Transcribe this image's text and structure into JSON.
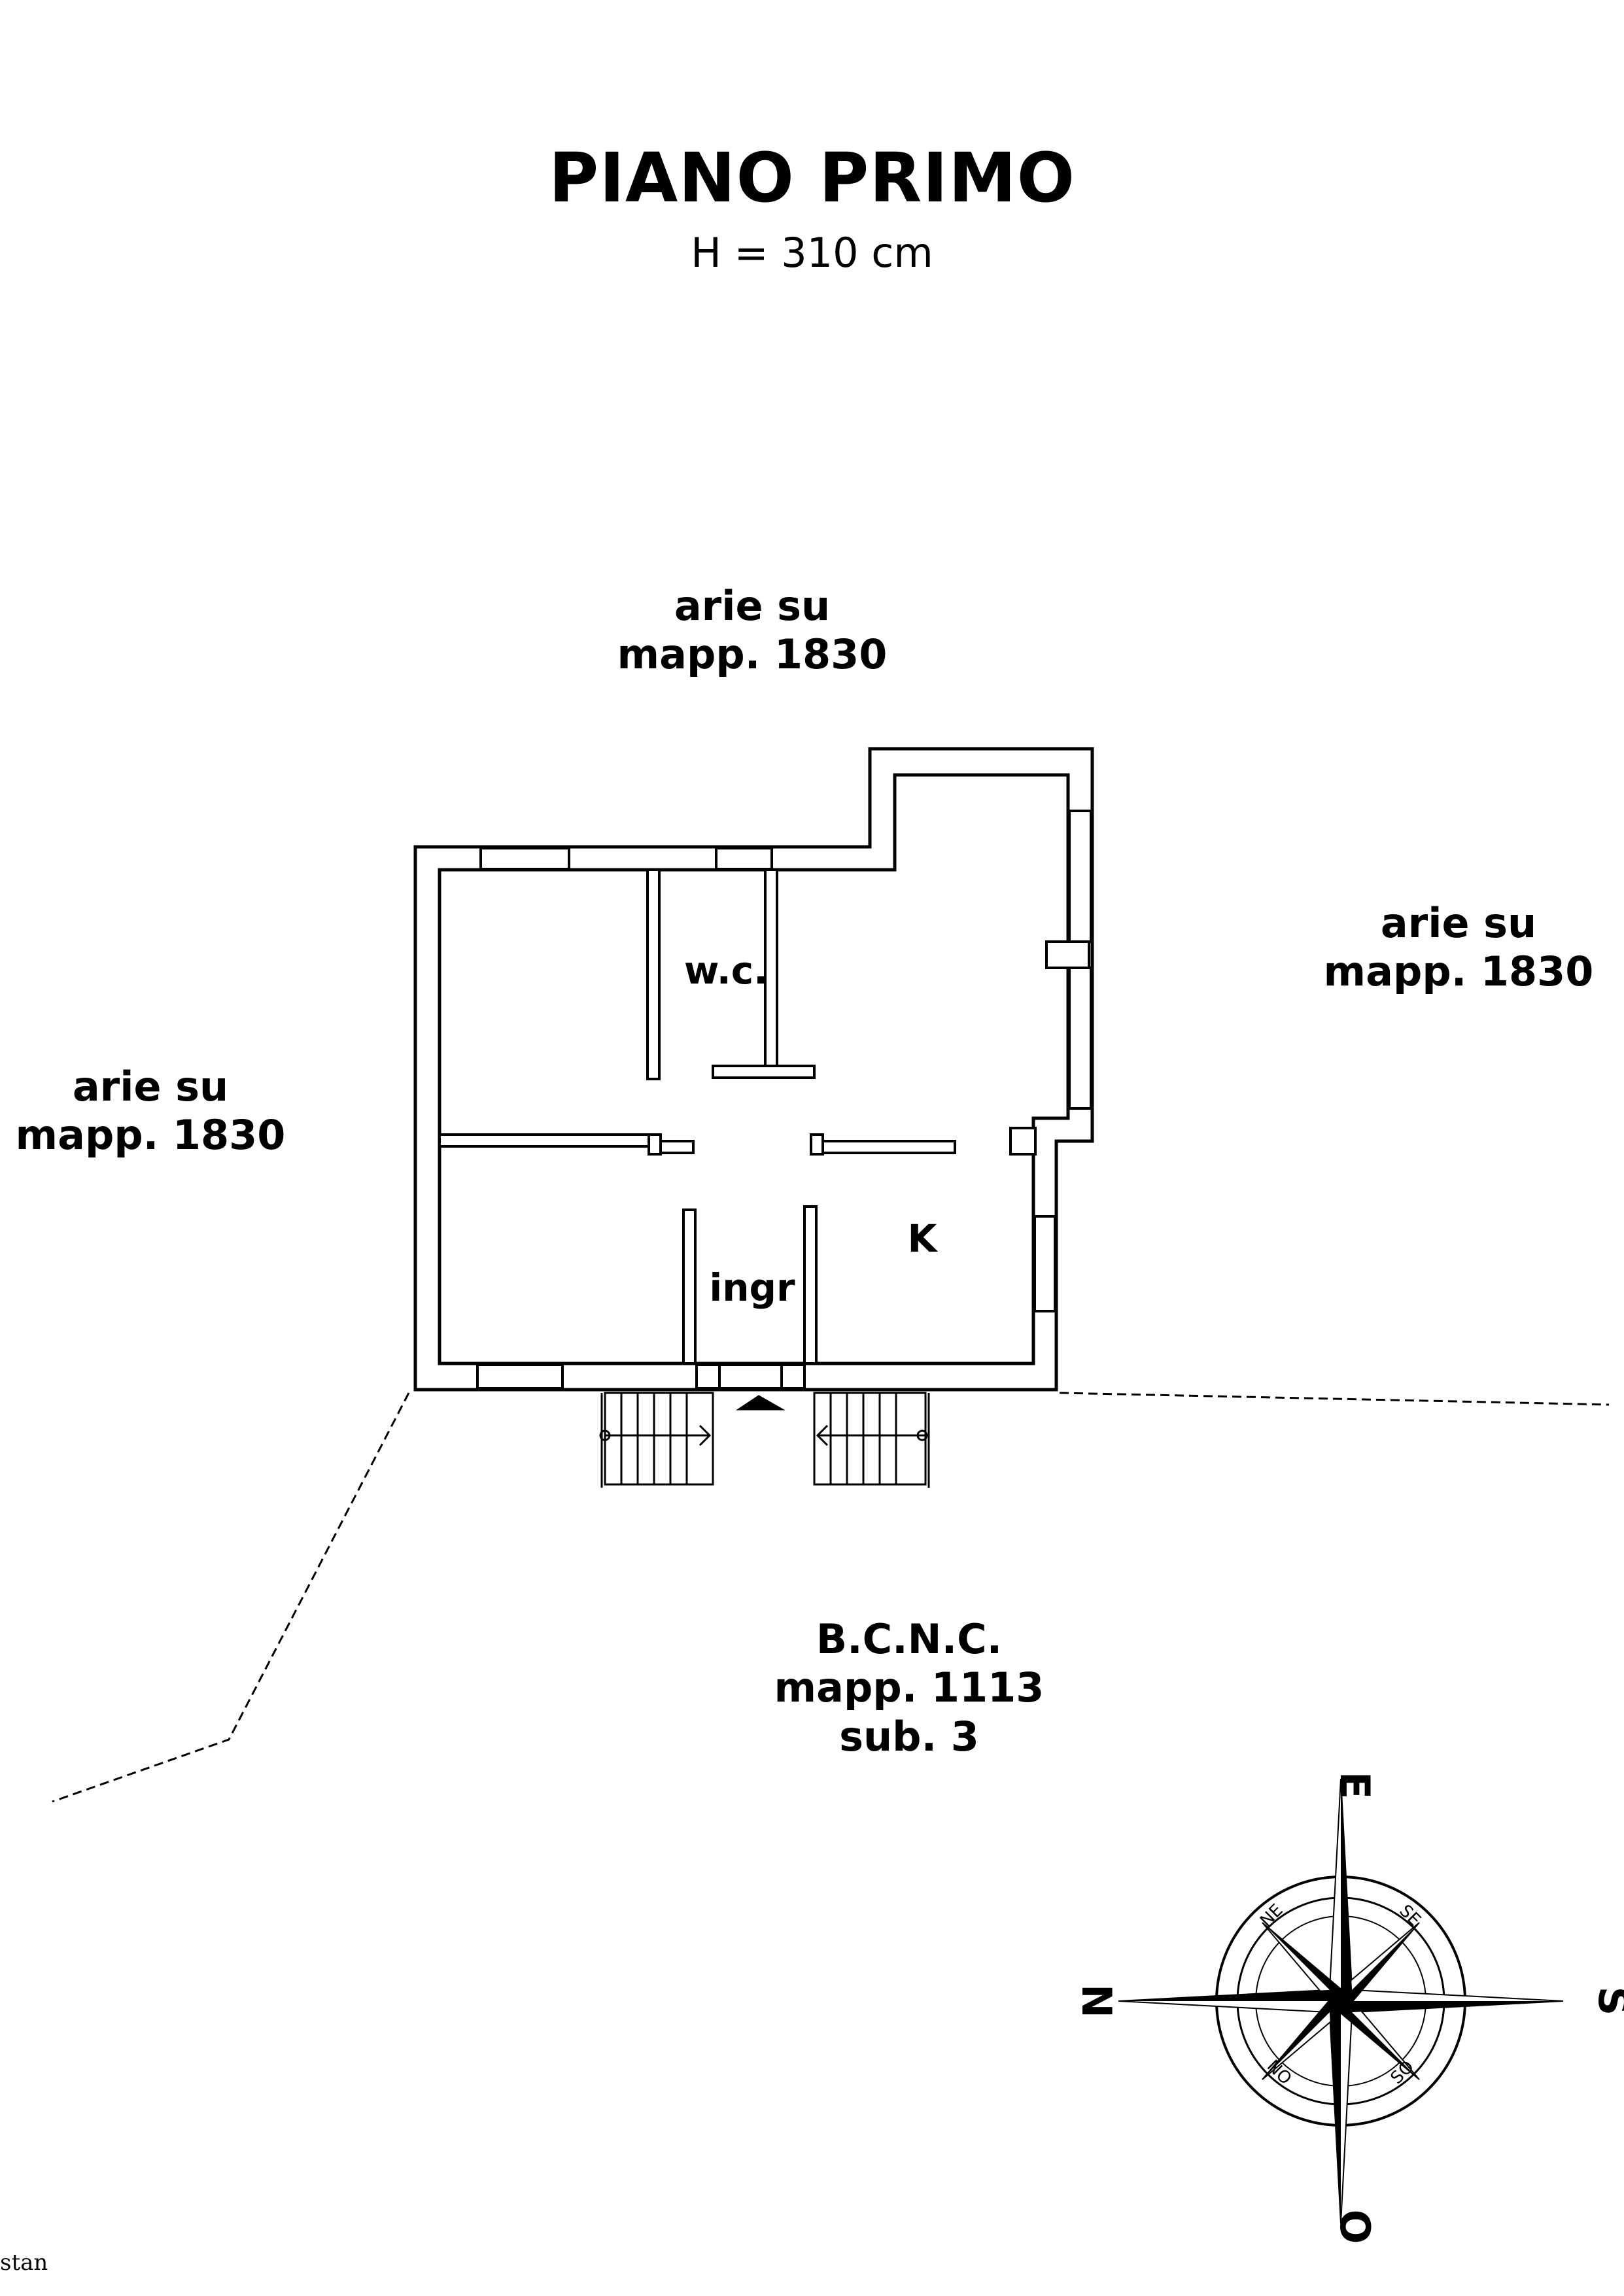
{
  "title": "PIANO PRIMO",
  "height_label": "H = 310 cm",
  "neighbors": {
    "north": [
      "arie su",
      "mapp. 1830"
    ],
    "east": [
      "arie su",
      "mapp. 1830"
    ],
    "west": [
      "arie su",
      "mapp. 1830"
    ],
    "south": [
      "B.C.N.C.",
      "mapp. 1113",
      "sub. 3"
    ]
  },
  "rooms": {
    "wc": "w.c.",
    "kitchen": "K",
    "entrance": "ingr"
  },
  "compass": {
    "top": "E",
    "bottom": "O",
    "left": "N",
    "right": "S",
    "ne": "NE",
    "se": "SE",
    "no": "NO",
    "so": "SO"
  },
  "corner_text": "stan"
}
